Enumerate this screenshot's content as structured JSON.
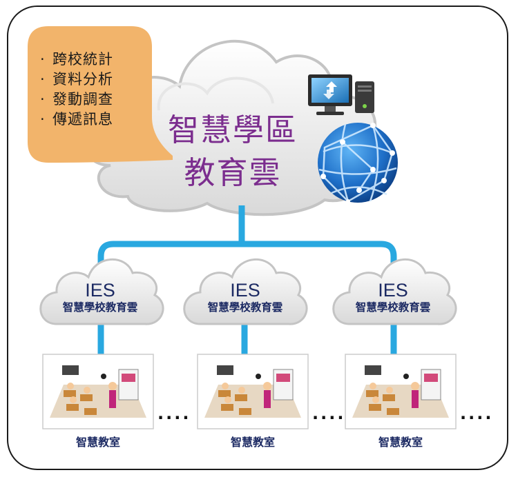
{
  "bubble": {
    "items": [
      "跨校統計",
      "資料分析",
      "發動調查",
      "傳遞訊息"
    ],
    "bullet": "·"
  },
  "main_cloud": {
    "line1": "智慧學區",
    "line2": "教育雲"
  },
  "school_clouds": [
    {
      "code": "IES",
      "name": "智慧學校教育雲"
    },
    {
      "code": "IES",
      "name": "智慧學校教育雲"
    },
    {
      "code": "IES",
      "name": "智慧學校教育雲"
    }
  ],
  "classrooms": [
    {
      "label": "智慧教室"
    },
    {
      "label": "智慧教室"
    },
    {
      "label": "智慧教室"
    }
  ],
  "ellipsis": "....",
  "colors": {
    "bubble": "#f2b46b",
    "connector": "#29a8e0",
    "title": "#7b2d8e",
    "cloud_fill": "#eeeeee",
    "globe": "#1e6fc8"
  },
  "icons": [
    "desktop-computer-icon",
    "globe-network-icon",
    "classroom-illustration"
  ]
}
